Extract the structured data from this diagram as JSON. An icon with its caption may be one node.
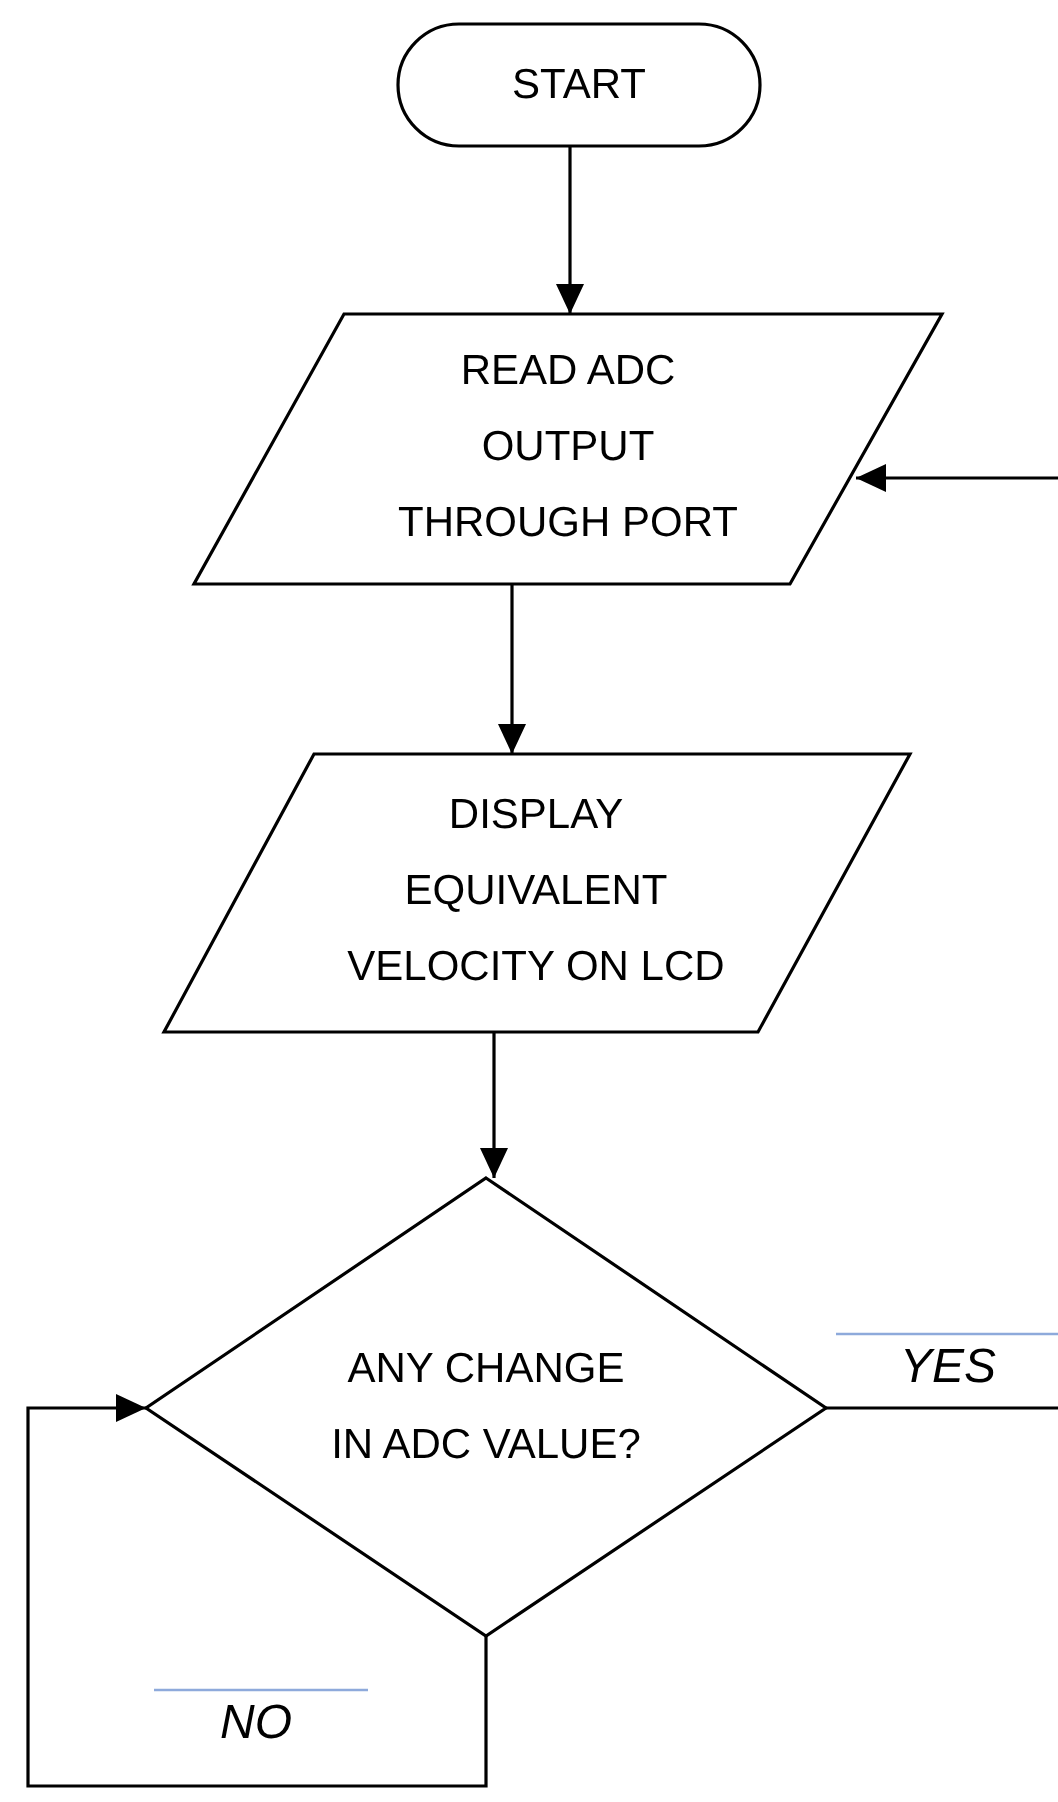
{
  "diagram": {
    "nodes": [
      {
        "text": [
          "START"
        ]
      },
      {
        "text": [
          "READ ADC OUTPUT THROUGH PORT"
        ]
      },
      {
        "text": [
          "DISPLAY EQUIVALENT VELOCITY ON LCD"
        ]
      },
      {
        "text": [
          "ANY CHANGE IN ADC VALUE?"
        ]
      }
    ],
    "edges": [
      {
        "from": 0,
        "to": 1,
        "arrow": "to"
      },
      {
        "from": 1,
        "to": 2,
        "arrow": "to"
      },
      {
        "from": 2,
        "to": 3,
        "arrow": "to"
      },
      {
        "from": 3,
        "to": null,
        "arrow": "none",
        "label": "YES"
      },
      {
        "from": null,
        "to": 1,
        "arrow": "to"
      },
      {
        "from": 3,
        "to": 3,
        "arrow": "to",
        "label": "NO"
      }
    ]
  }
}
